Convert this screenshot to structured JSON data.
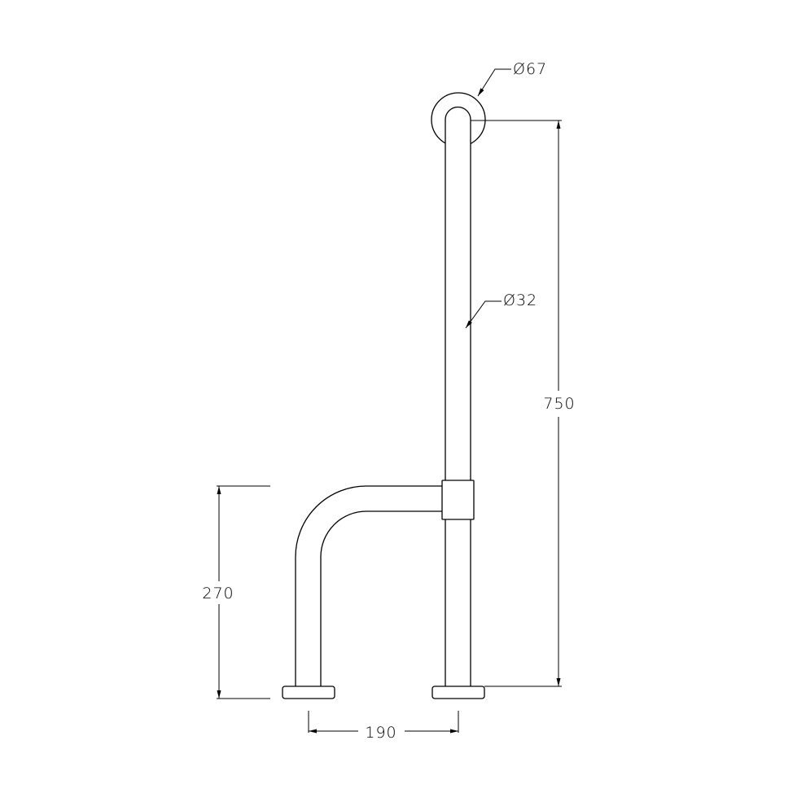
{
  "drawing": {
    "dimensions": {
      "flange_diameter": "Ø67",
      "tube_diameter": "Ø32",
      "total_height": "750",
      "side_height": "270",
      "leg_spacing": "190"
    }
  }
}
